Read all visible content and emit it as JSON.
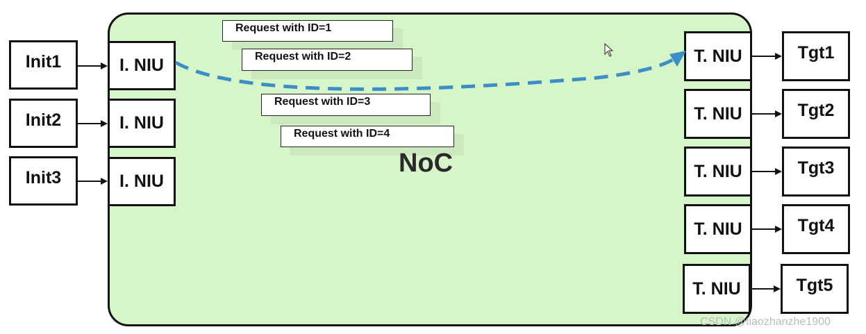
{
  "noc": {
    "label": "NoC",
    "fill": "#d6f5c8"
  },
  "initiators": [
    {
      "label": "Init1",
      "niu": "I. NIU"
    },
    {
      "label": "Init2",
      "niu": "I. NIU"
    },
    {
      "label": "Init3",
      "niu": "I. NIU"
    }
  ],
  "targets": [
    {
      "label": "Tgt1",
      "niu": "T. NIU"
    },
    {
      "label": "Tgt2",
      "niu": "T. NIU"
    },
    {
      "label": "Tgt3",
      "niu": "T. NIU"
    },
    {
      "label": "Tgt4",
      "niu": "T. NIU"
    },
    {
      "label": "Tgt5",
      "niu": "T. NIU"
    }
  ],
  "requests": [
    "Request with ID=1",
    "Request with ID=2",
    "Request with ID=3",
    "Request with ID=4"
  ],
  "path_color": "#3b8fc4",
  "watermark": "CSDN @tiaozhanzhe1900"
}
